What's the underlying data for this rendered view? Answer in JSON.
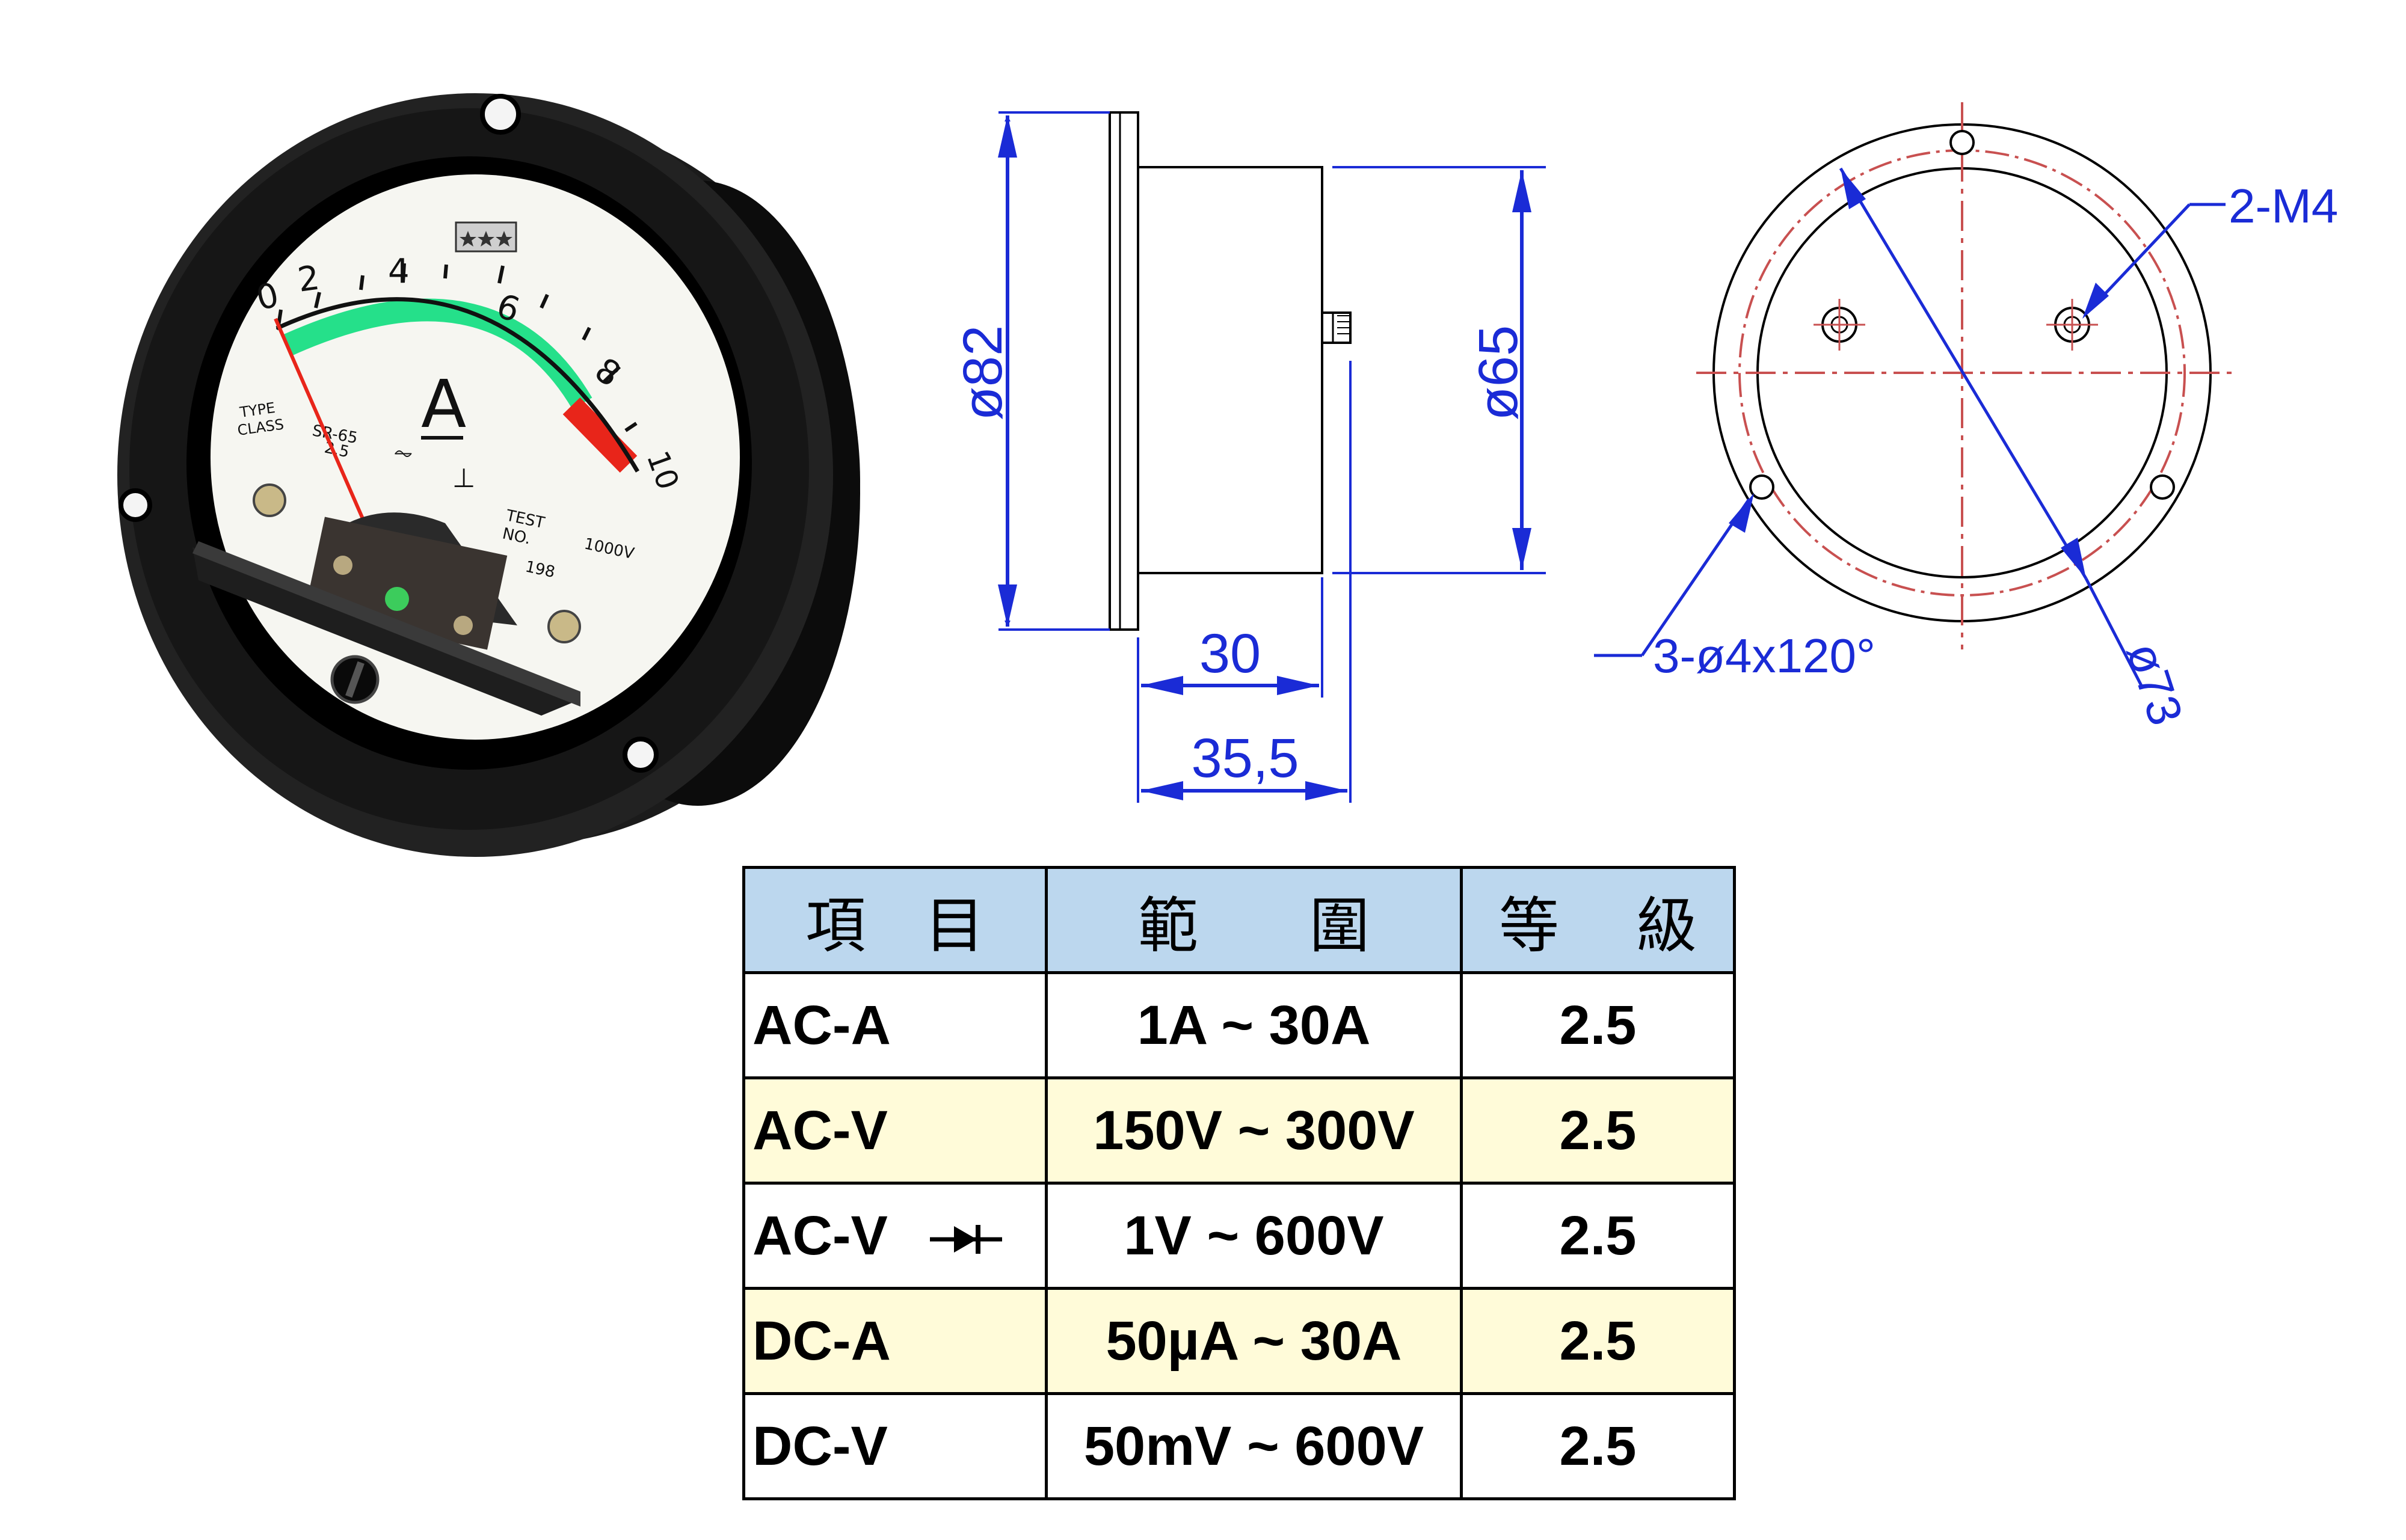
{
  "meter": {
    "scale_labels": [
      "0",
      "2",
      "4",
      "6",
      "8",
      "10"
    ],
    "unit": "A",
    "type_label": "TYPE",
    "class_label": "CLASS",
    "model": "SR-65",
    "class_value": "2.5",
    "test_label": "TEST",
    "no_label": "NO.",
    "serial": "198",
    "voltage": "1000V"
  },
  "side_view": {
    "flange_diameter": "ø82",
    "body_diameter": "ø65",
    "depth_body": "30",
    "depth_total": "35,5"
  },
  "front_view": {
    "screw_label": "2-M4",
    "mount_holes_label": "3-ø4x120°",
    "pitch_diameter": "ø73"
  },
  "table": {
    "headers": [
      [
        "項",
        "目"
      ],
      [
        "範",
        "圍"
      ],
      [
        "等",
        "級"
      ]
    ],
    "rows": [
      {
        "item": "AC-A",
        "range": "1A ~ 30A",
        "grade": "2.5"
      },
      {
        "item": "AC-V",
        "range": "150V ~ 300V",
        "grade": "2.5"
      },
      {
        "item": "AC-V",
        "range": "1V ~ 600V",
        "grade": "2.5"
      },
      {
        "item": "DC-A",
        "range": "50µA ~ 30A",
        "grade": "2.5"
      },
      {
        "item": "DC-V",
        "range": "50mV ~ 600V",
        "grade": "2.5"
      }
    ]
  },
  "colors": {
    "dimension_blue": "#1a2bd6",
    "centerline_red": "#c85050",
    "scale_green": "#25e08a",
    "scale_red": "#e8251a",
    "header_blue": "#bcd7ee",
    "row_yellow": "#fffbd9"
  }
}
